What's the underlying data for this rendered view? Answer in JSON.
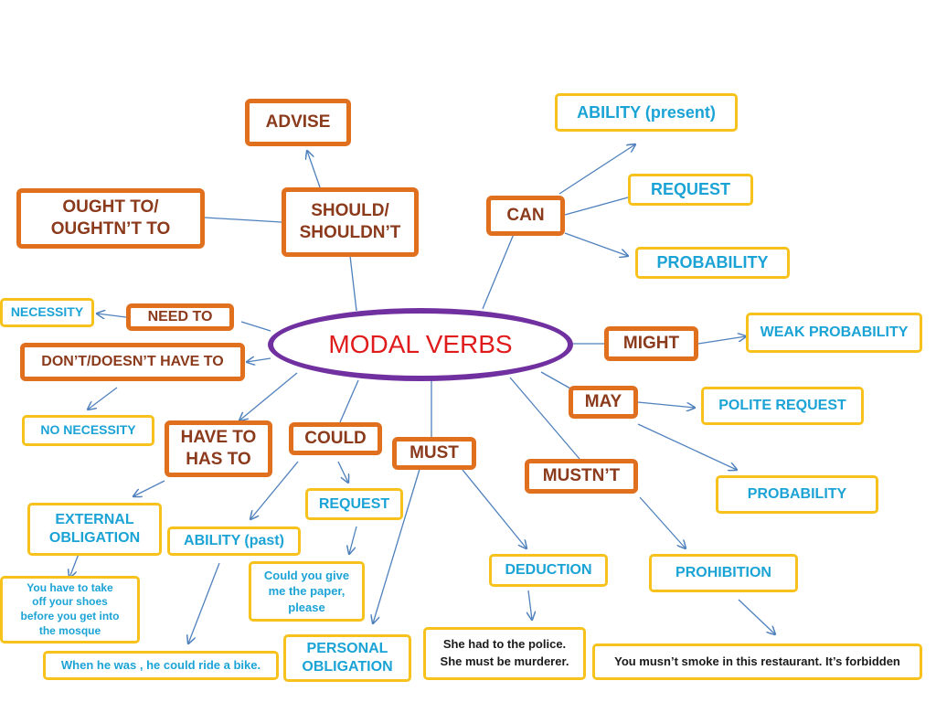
{
  "title": "MODAL VERBS",
  "colors": {
    "modal_border": "#e0701e",
    "modal_text": "#8b3a1c",
    "use_border": "#f7c21b",
    "use_text": "#1ba3d6",
    "center_border": "#7030a0",
    "center_text": "#e01b1b",
    "line": "#4f81bd"
  },
  "modals": {
    "should": "SHOULD/\nSHOULDN’T",
    "advise": "ADVISE",
    "ought": "OUGHT TO/\nOUGHTN’T  TO",
    "can": "CAN",
    "need": "NEED TO",
    "dont": "DON’T/DOESN’T HAVE TO",
    "might": "MIGHT",
    "may": "MAY",
    "have": "HAVE TO\nHAS TO",
    "could": "COULD",
    "must": "MUST",
    "mustnt": "MUSTN’T"
  },
  "uses": {
    "ability_present": "ABILITY (present)",
    "request_can": "REQUEST",
    "probability_can": "PROBABILITY",
    "necessity": "NECESSITY",
    "weak_probability": "WEAK PROBABILITY",
    "polite_request": "POLITE REQUEST",
    "probability_may": "PROBABILITY",
    "no_necessity": "NO NECESSITY",
    "external_obligation": "EXTERNAL\nOBLIGATION",
    "request_could": "REQUEST",
    "ability_past": "ABILITY (past)",
    "deduction": "DEDUCTION",
    "prohibition": "PROHIBITION",
    "personal_obligation": "PERSONAL\nOBLIGATION"
  },
  "examples": {
    "shoes": "You have to take\noff your shoes\nbefore  you get into\nthe mosque",
    "bike": "When he was , he could ride a bike.",
    "paper": "Could you give\nme the paper,\nplease",
    "police": "She had to the police.\nShe must be murderer.",
    "smoke": "You musn’t smoke in this restaurant. It’s forbidden"
  }
}
